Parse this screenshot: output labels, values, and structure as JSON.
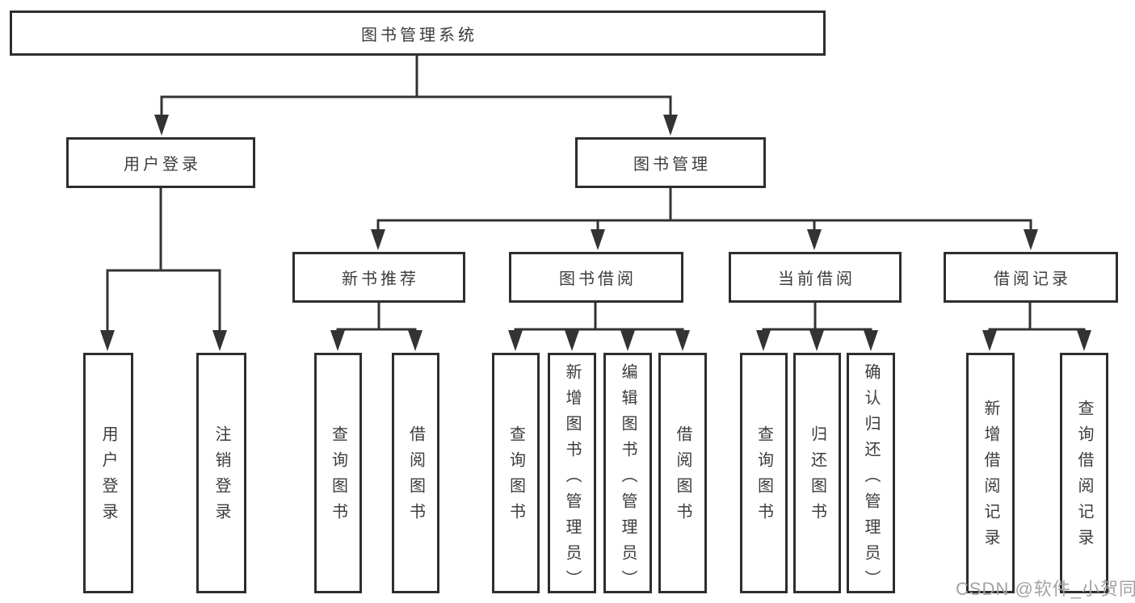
{
  "diagram": {
    "root": {
      "label": "图书管理系统"
    },
    "branches": [
      {
        "label": "用户登录",
        "leaves": [
          {
            "label": "用户登录"
          },
          {
            "label": "注销登录"
          }
        ]
      },
      {
        "label": "图书管理",
        "groups": [
          {
            "label": "新书推荐",
            "leaves": [
              {
                "label": "查询图书"
              },
              {
                "label": "借阅图书"
              }
            ]
          },
          {
            "label": "图书借阅",
            "leaves": [
              {
                "label": "查询图书"
              },
              {
                "label": "新增图书（管理员）"
              },
              {
                "label": "编辑图书（管理员）"
              },
              {
                "label": "借阅图书"
              }
            ]
          },
          {
            "label": "当前借阅",
            "leaves": [
              {
                "label": "查询图书"
              },
              {
                "label": "归还图书"
              },
              {
                "label": "确认归还（管理员）"
              }
            ]
          },
          {
            "label": "借阅记录",
            "leaves": [
              {
                "label": "新增借阅记录"
              },
              {
                "label": "查询借阅记录"
              }
            ]
          }
        ]
      }
    ]
  },
  "colors": {
    "line": "#333333",
    "box_border": "#2e2e2e",
    "text": "#3c3c3c",
    "watermark": "#a3a3a3"
  },
  "watermark": {
    "text": "CSDN @软件_小贺同学"
  }
}
